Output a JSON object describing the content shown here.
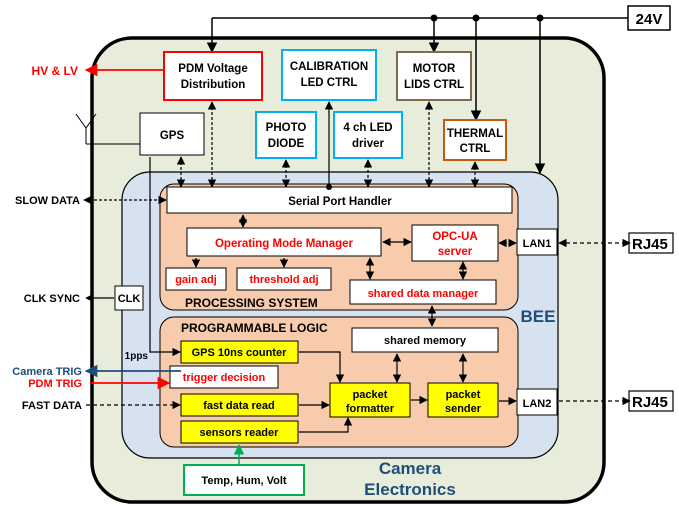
{
  "power": {
    "label": "24V"
  },
  "external": {
    "hv_lv": "HV & LV",
    "slow_data": "SLOW DATA",
    "clk_sync": "CLK SYNC",
    "camera_trig": "Camera TRIG",
    "pdm_trig": "PDM TRIG",
    "fast_data": "FAST DATA",
    "rj45_top": "RJ45",
    "rj45_bottom": "RJ45",
    "pps": "1pps"
  },
  "top_modules": {
    "pdm_voltage": [
      "PDM Voltage",
      "Distribution"
    ],
    "calibration": [
      "CALIBRATION",
      "LED CTRL"
    ],
    "motor": [
      "MOTOR",
      "LIDS CTRL"
    ],
    "gps": "GPS",
    "photo_diode": [
      "PHOTO",
      "DIODE"
    ],
    "led_driver": [
      "4 ch LED",
      "driver"
    ],
    "thermal": [
      "THERMAL",
      "CTRL"
    ],
    "clk": "CLK"
  },
  "processing": {
    "serial_port_handler": "Serial Port Handler",
    "operating_mode_manager": "Operating Mode Manager",
    "opc_ua": [
      "OPC-UA",
      "server"
    ],
    "gain_adj": "gain adj",
    "threshold_adj": "threshold adj",
    "shared_data_manager": "shared data manager",
    "title": "PROCESSING SYSTEM"
  },
  "lan": {
    "lan1": "LAN1",
    "lan2": "LAN2"
  },
  "bee": "BEE",
  "logic": {
    "title": "PROGRAMMABLE LOGIC",
    "gps_counter": "GPS 10ns counter",
    "shared_memory": "shared memory",
    "trigger_decision": "trigger decision",
    "fast_data_read": "fast data read",
    "packet_formatter": [
      "packet",
      "formatter"
    ],
    "packet_sender": [
      "packet",
      "sender"
    ],
    "sensors_reader": "sensors reader"
  },
  "sensors": "Temp, Hum, Volt",
  "camera_electronics": [
    "Camera",
    "Electronics"
  ],
  "colors": {
    "outer_fill": "#e8ecda",
    "bee_fill": "#d7e2f1",
    "peach": "#f8cbad",
    "yellow": "#ffff00",
    "red": "#ff0000",
    "blue_text": "#1f4e79",
    "cyan": "#00b0f0",
    "green": "#00b050",
    "brown": "#c55a11"
  }
}
